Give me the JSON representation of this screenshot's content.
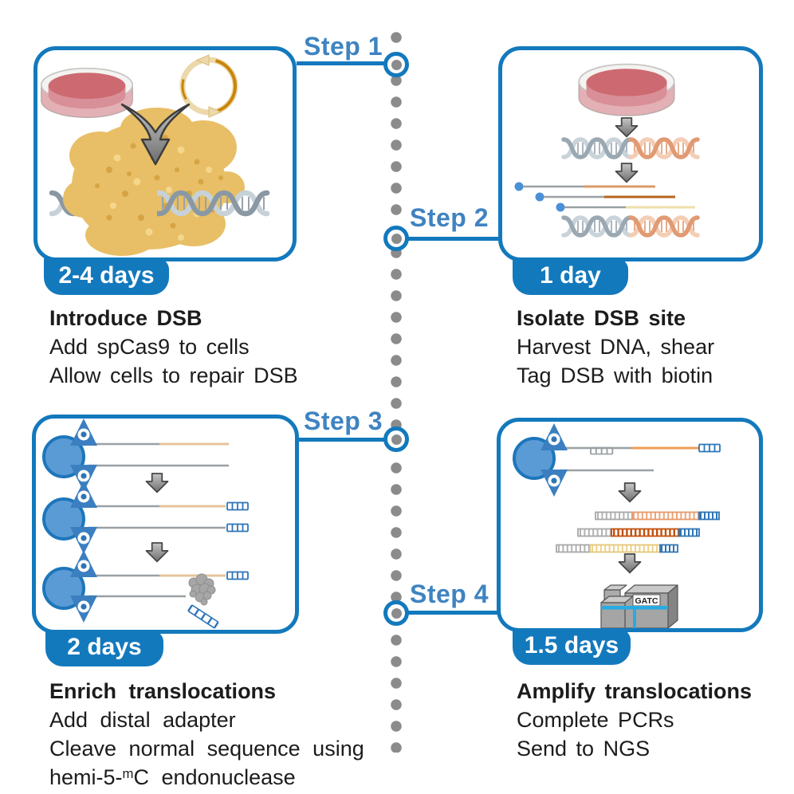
{
  "figure": {
    "type": "workflow-diagram",
    "subject": "DSB translocation sequencing protocol"
  },
  "steps": [
    {
      "label": "Step 1",
      "duration": "2-4 days",
      "title": "Introduce DSB",
      "lines": [
        "Add spCas9 to cells",
        "Allow cells to repair DSB"
      ]
    },
    {
      "label": "Step 2",
      "duration": "1 day",
      "title": "Isolate DSB site",
      "lines": [
        "Harvest DNA, shear",
        "Tag DSB with biotin"
      ]
    },
    {
      "label": "Step 3",
      "duration": "2 days",
      "title": "Enrich translocations",
      "lines": [
        "Add distal adapter",
        "Cleave normal sequence using"
      ],
      "endo": {
        "pre": "hemi-5-",
        "sup": "m",
        "post": "C endonuclease"
      }
    },
    {
      "label": "Step 4",
      "duration": "1.5 days",
      "title": "Amplify translocations",
      "lines": [
        "Complete PCRs",
        "Send to NGS"
      ]
    }
  ],
  "machine": {
    "label": "GATC"
  },
  "icons": [
    "petri-dish-icon",
    "plasmid-icon",
    "merge-arrow-icon",
    "cas9-protein-icon",
    "dna-helix-icon",
    "down-arrow-icon",
    "biotin-dot-icon",
    "bead-icon",
    "adapter-icon",
    "comb-adapter-icon",
    "endonuclease-protein-icon",
    "sequencer-icon"
  ],
  "colors": {
    "accent_blue": "#1379bd",
    "step_label_blue": "#3f83c1",
    "dot_gray": "#8b8b8b",
    "bead_blue": "#5b9bd5",
    "adapter_blue": "#2e75b6",
    "line_gray": "#9aa0a4",
    "orange_light": "#ef9c54",
    "orange_dark": "#c3500d",
    "yellow_pale": "#edd28a",
    "cas9_gold": "#e8bf66",
    "dish_pink": "#cd6a71",
    "stripe_cyan": "#29abe2"
  }
}
